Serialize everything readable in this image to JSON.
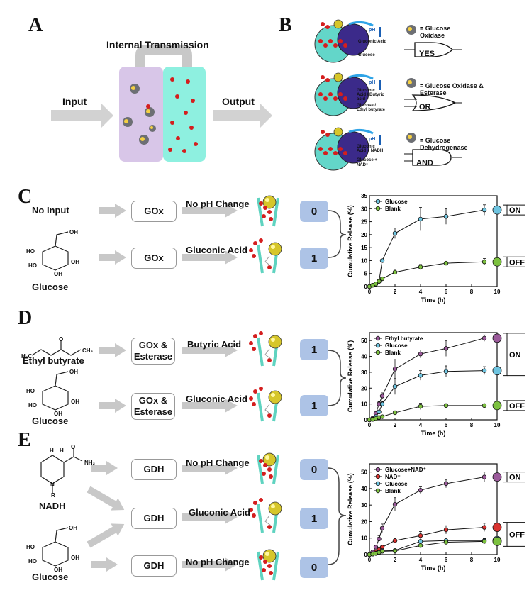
{
  "panels": {
    "A": "A",
    "B": "B",
    "C": "C",
    "D": "D",
    "E": "E"
  },
  "panelA": {
    "input": "Input",
    "output": "Output",
    "transmission": "Internal Transmission"
  },
  "panelB": {
    "rows": [
      {
        "enzyme": "= Glucose Oxidase",
        "gate": "YES",
        "ph": "pH",
        "product": "Gluconic Acid",
        "substrate": "Glucose"
      },
      {
        "enzyme": "= Glucose Oxidase & Esterase",
        "gate": "OR",
        "ph": "pH",
        "product": "Gluconic Acid / Butyric acid",
        "substrate": "Glucose / Ethyl butyrate"
      },
      {
        "enzyme": "= Glucose Dehydrogenase",
        "gate": "AND",
        "ph": "pH",
        "product": "Gluconic Acid + NADH",
        "substrate": "Glucose + NAD⁺"
      }
    ]
  },
  "panelC": {
    "inputs": [
      "No Input",
      "Glucose"
    ],
    "enzyme": [
      "GOx",
      "GOx"
    ],
    "process": [
      "No pH Change",
      "Gluconic Acid"
    ],
    "outputs": [
      "0",
      "1"
    ],
    "chem_labels": {
      "ho1": "HO",
      "ho2": "HO",
      "oh1": "OH",
      "oh2": "OH",
      "oh3": "OH"
    }
  },
  "panelD": {
    "inputs": [
      "Ethyl butyrate",
      "Glucose"
    ],
    "enzyme": [
      "GOx &\nEsterase",
      "GOx &\nEsterase"
    ],
    "process": [
      "Butyric Acid",
      "Gluconic Acid"
    ],
    "outputs": [
      "1",
      "1"
    ],
    "chem_labels": {
      "h3c": "H₃C",
      "ch3": "CH₃",
      "o": "O",
      "ho1": "HO",
      "ho2": "HO",
      "oh1": "OH",
      "oh2": "OH",
      "oh3": "OH"
    }
  },
  "panelE": {
    "inputs": [
      "NADH",
      "Glucose"
    ],
    "enzyme": [
      "GDH",
      "GDH",
      "GDH"
    ],
    "process": [
      "No pH Change",
      "Gluconic Acid",
      "No pH Change"
    ],
    "outputs": [
      "0",
      "1",
      "0"
    ],
    "chem_labels": {
      "h": "H",
      "h2": "H",
      "nh2": "NH₂",
      "n": "N",
      "r": "R",
      "o": "O",
      "oh": "OH",
      "ho1": "HO",
      "ho2": "HO",
      "oh1": "OH",
      "oh2": "OH"
    }
  },
  "chart_data": [
    {
      "type": "line",
      "ylabel": "Cumulative Release (%)",
      "xlabel": "Time (h)",
      "xlim": [
        0,
        10
      ],
      "ylim": [
        0,
        35
      ],
      "xticks": [
        0,
        2,
        4,
        6,
        8,
        10
      ],
      "yticks": [
        0,
        5,
        10,
        15,
        20,
        25,
        30,
        35
      ],
      "series": [
        {
          "name": "Glucose",
          "color": "#6ec4e0",
          "x": [
            0,
            0.25,
            0.5,
            0.75,
            1,
            2,
            4,
            6,
            9
          ],
          "y": [
            0,
            0.5,
            1,
            2,
            10,
            20.5,
            26,
            27,
            29.5
          ],
          "err": [
            0,
            0.3,
            0.3,
            0.5,
            0.5,
            2,
            4.5,
            3,
            2
          ]
        },
        {
          "name": "Blank",
          "color": "#7cc13f",
          "x": [
            0,
            0.25,
            0.5,
            0.75,
            1,
            2,
            4,
            6,
            9
          ],
          "y": [
            0,
            0.5,
            1,
            2,
            3,
            5.5,
            7.5,
            9,
            9.5
          ],
          "err": [
            0,
            0.2,
            0.2,
            0.3,
            0.4,
            0.8,
            1,
            0.7,
            1.3
          ]
        }
      ],
      "right_markers": [
        {
          "label": "ON",
          "color": "#6ec4e0"
        },
        {
          "label": "OFF",
          "color": "#7cc13f"
        }
      ]
    },
    {
      "type": "line",
      "ylabel": "Cumulative Release (%)",
      "xlabel": "Time (h)",
      "xlim": [
        0,
        10
      ],
      "ylim": [
        0,
        55
      ],
      "xticks": [
        0,
        2,
        4,
        6,
        8,
        10
      ],
      "yticks": [
        0,
        10,
        20,
        30,
        40,
        50
      ],
      "series": [
        {
          "name": "Ethyl butyrate",
          "color": "#9b5a9b",
          "x": [
            0,
            0.25,
            0.5,
            0.75,
            1,
            2,
            4,
            6,
            9
          ],
          "y": [
            0,
            1,
            4,
            10,
            15,
            32,
            41.5,
            45,
            51.5
          ],
          "err": [
            0,
            0.5,
            1,
            1.5,
            2,
            6,
            2.5,
            5,
            2
          ]
        },
        {
          "name": "Glucose",
          "color": "#6ec4e0",
          "x": [
            0,
            0.25,
            0.5,
            0.75,
            1,
            2,
            4,
            6,
            9
          ],
          "y": [
            0,
            0.5,
            2,
            5,
            10,
            21,
            28,
            30.5,
            31
          ],
          "err": [
            0,
            0.3,
            0.5,
            1,
            1.5,
            5,
            3,
            3.5,
            2.5
          ]
        },
        {
          "name": "Blank",
          "color": "#7cc13f",
          "x": [
            0,
            0.25,
            0.5,
            0.75,
            1,
            2,
            4,
            6,
            9
          ],
          "y": [
            0,
            0.3,
            0.8,
            1.5,
            2,
            4.5,
            8.5,
            9,
            9
          ],
          "err": [
            0,
            0.2,
            0.2,
            0.3,
            0.4,
            0.7,
            2,
            1,
            0.8
          ]
        }
      ],
      "right_markers": [
        {
          "label": "ON",
          "color": "#9b5a9b"
        },
        {
          "label": "ON",
          "color": "#6ec4e0"
        },
        {
          "label": "OFF",
          "color": "#7cc13f"
        }
      ]
    },
    {
      "type": "line",
      "ylabel": "Cumulative Release (%)",
      "xlabel": "Time (h)",
      "xlim": [
        0,
        10
      ],
      "ylim": [
        0,
        55
      ],
      "xticks": [
        0,
        2,
        4,
        6,
        8,
        10
      ],
      "yticks": [
        0,
        10,
        20,
        30,
        40,
        50
      ],
      "series": [
        {
          "name": "Glucose+NAD⁺",
          "color": "#9b5a9b",
          "x": [
            0,
            0.25,
            0.5,
            0.75,
            1,
            2,
            4,
            6,
            9
          ],
          "y": [
            0,
            1.5,
            4.5,
            9.5,
            16,
            30.5,
            39,
            43,
            47
          ],
          "err": [
            0,
            0.5,
            1,
            2,
            2.5,
            4,
            2,
            2.5,
            3
          ]
        },
        {
          "name": "NAD⁺",
          "color": "#d9322f",
          "x": [
            0,
            0.25,
            0.5,
            0.75,
            1,
            2,
            4,
            6,
            9
          ],
          "y": [
            0,
            0.5,
            1.5,
            3,
            4.5,
            8.5,
            11.5,
            15,
            16.5
          ],
          "err": [
            0,
            0.3,
            0.5,
            0.8,
            1,
            1.5,
            2.5,
            2.5,
            2.5
          ]
        },
        {
          "name": "Glucose",
          "color": "#6ec4e0",
          "x": [
            0,
            0.25,
            0.5,
            0.75,
            1,
            2,
            4,
            6,
            9
          ],
          "y": [
            0,
            0.4,
            0.8,
            1.5,
            2.5,
            2.5,
            8,
            8.5,
            8.5
          ],
          "err": [
            0,
            0.2,
            0.3,
            0.4,
            0.5,
            0.5,
            1,
            1,
            1.2
          ]
        },
        {
          "name": "Blank",
          "color": "#7cc13f",
          "x": [
            0,
            0.25,
            0.5,
            0.75,
            1,
            2,
            4,
            6,
            9
          ],
          "y": [
            0,
            0.3,
            0.7,
            1.3,
            2,
            2.2,
            5.5,
            7.5,
            8
          ],
          "err": [
            0,
            0.2,
            0.2,
            0.3,
            0.4,
            0.4,
            0.8,
            1,
            1
          ]
        }
      ],
      "right_markers": [
        {
          "label": "ON",
          "color": "#9b5a9b"
        },
        {
          "label": "OFF",
          "color": "#d9322f"
        },
        {
          "label": "OFF",
          "color": "#6ec4e0"
        },
        {
          "label": "OFF",
          "color": "#7cc13f"
        }
      ]
    }
  ]
}
